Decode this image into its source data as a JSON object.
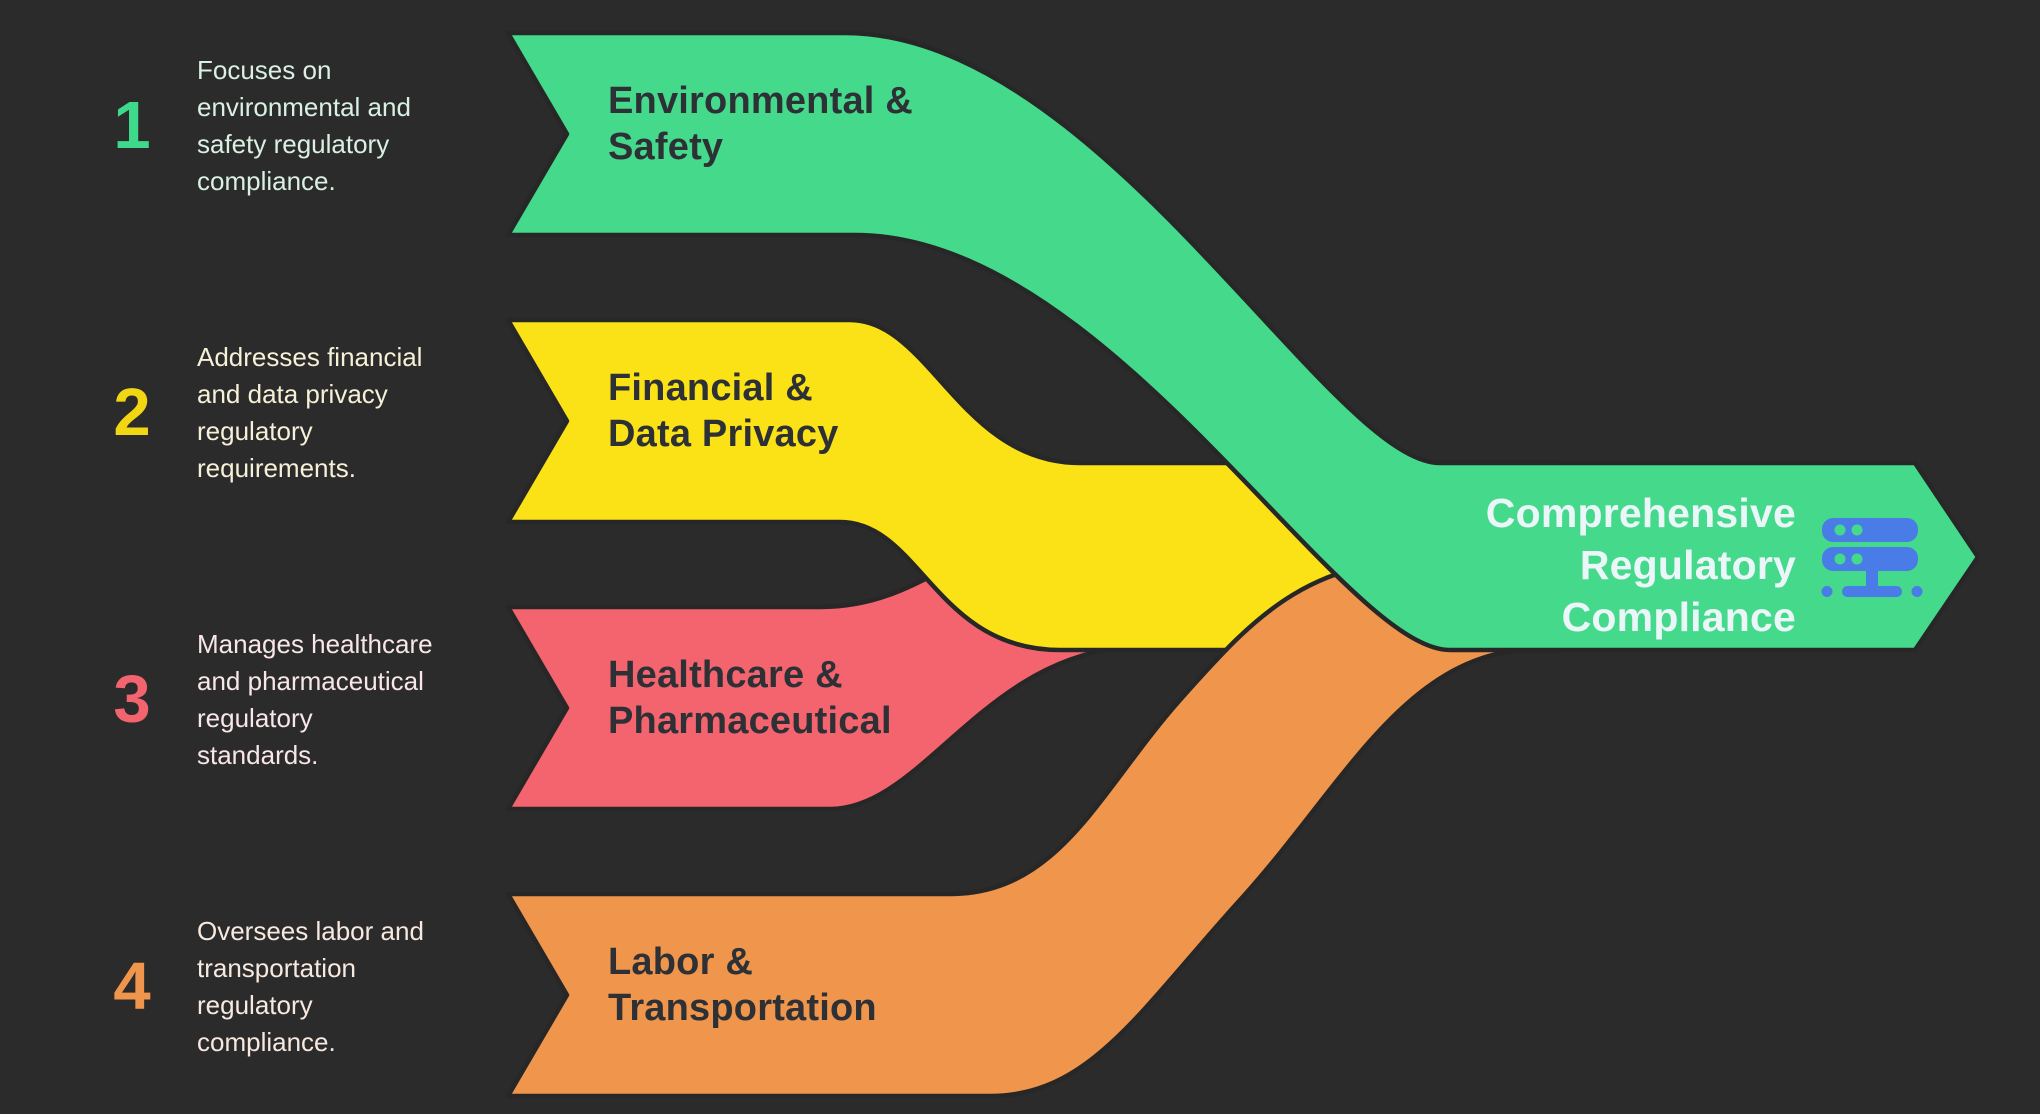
{
  "colors": {
    "background": "#2b2b2b",
    "outline": "#272727",
    "band_label_text": "#2d3136",
    "green": "#45d98c",
    "yellow": "#fae216",
    "red": "#f4646e",
    "orange": "#f0954c",
    "icon_blue": "#4a7ce8"
  },
  "items": [
    {
      "number": "1",
      "number_color": "#3ed98b",
      "color": "#45d98c",
      "text_color": "#d9f0e3",
      "description": "Focuses on\nenvironmental and\nsafety regulatory\ncompliance.",
      "label": "Environmental &\nSafety"
    },
    {
      "number": "2",
      "number_color": "#f2d513",
      "color": "#fae216",
      "text_color": "#f5f0d7",
      "description": "Addresses financial\nand data privacy\nregulatory\nrequirements.",
      "label": "Financial &\nData Privacy"
    },
    {
      "number": "3",
      "number_color": "#f4646e",
      "color": "#f4646e",
      "text_color": "#f8e6e8",
      "description": "Manages healthcare\nand pharmaceutical\nregulatory\nstandards.",
      "label": "Healthcare &\nPharmaceutical"
    },
    {
      "number": "4",
      "number_color": "#f0954c",
      "color": "#f0954c",
      "text_color": "#f7e9e0",
      "description": "Oversees labor and\ntransportation\nregulatory\ncompliance.",
      "label": "Labor &\nTransportation"
    }
  ],
  "result": {
    "label": "Comprehensive\nRegulatory\nCompliance",
    "text_color": "#ebf6f8",
    "icon": "server-icon",
    "icon_color": "#4a7ce8"
  }
}
